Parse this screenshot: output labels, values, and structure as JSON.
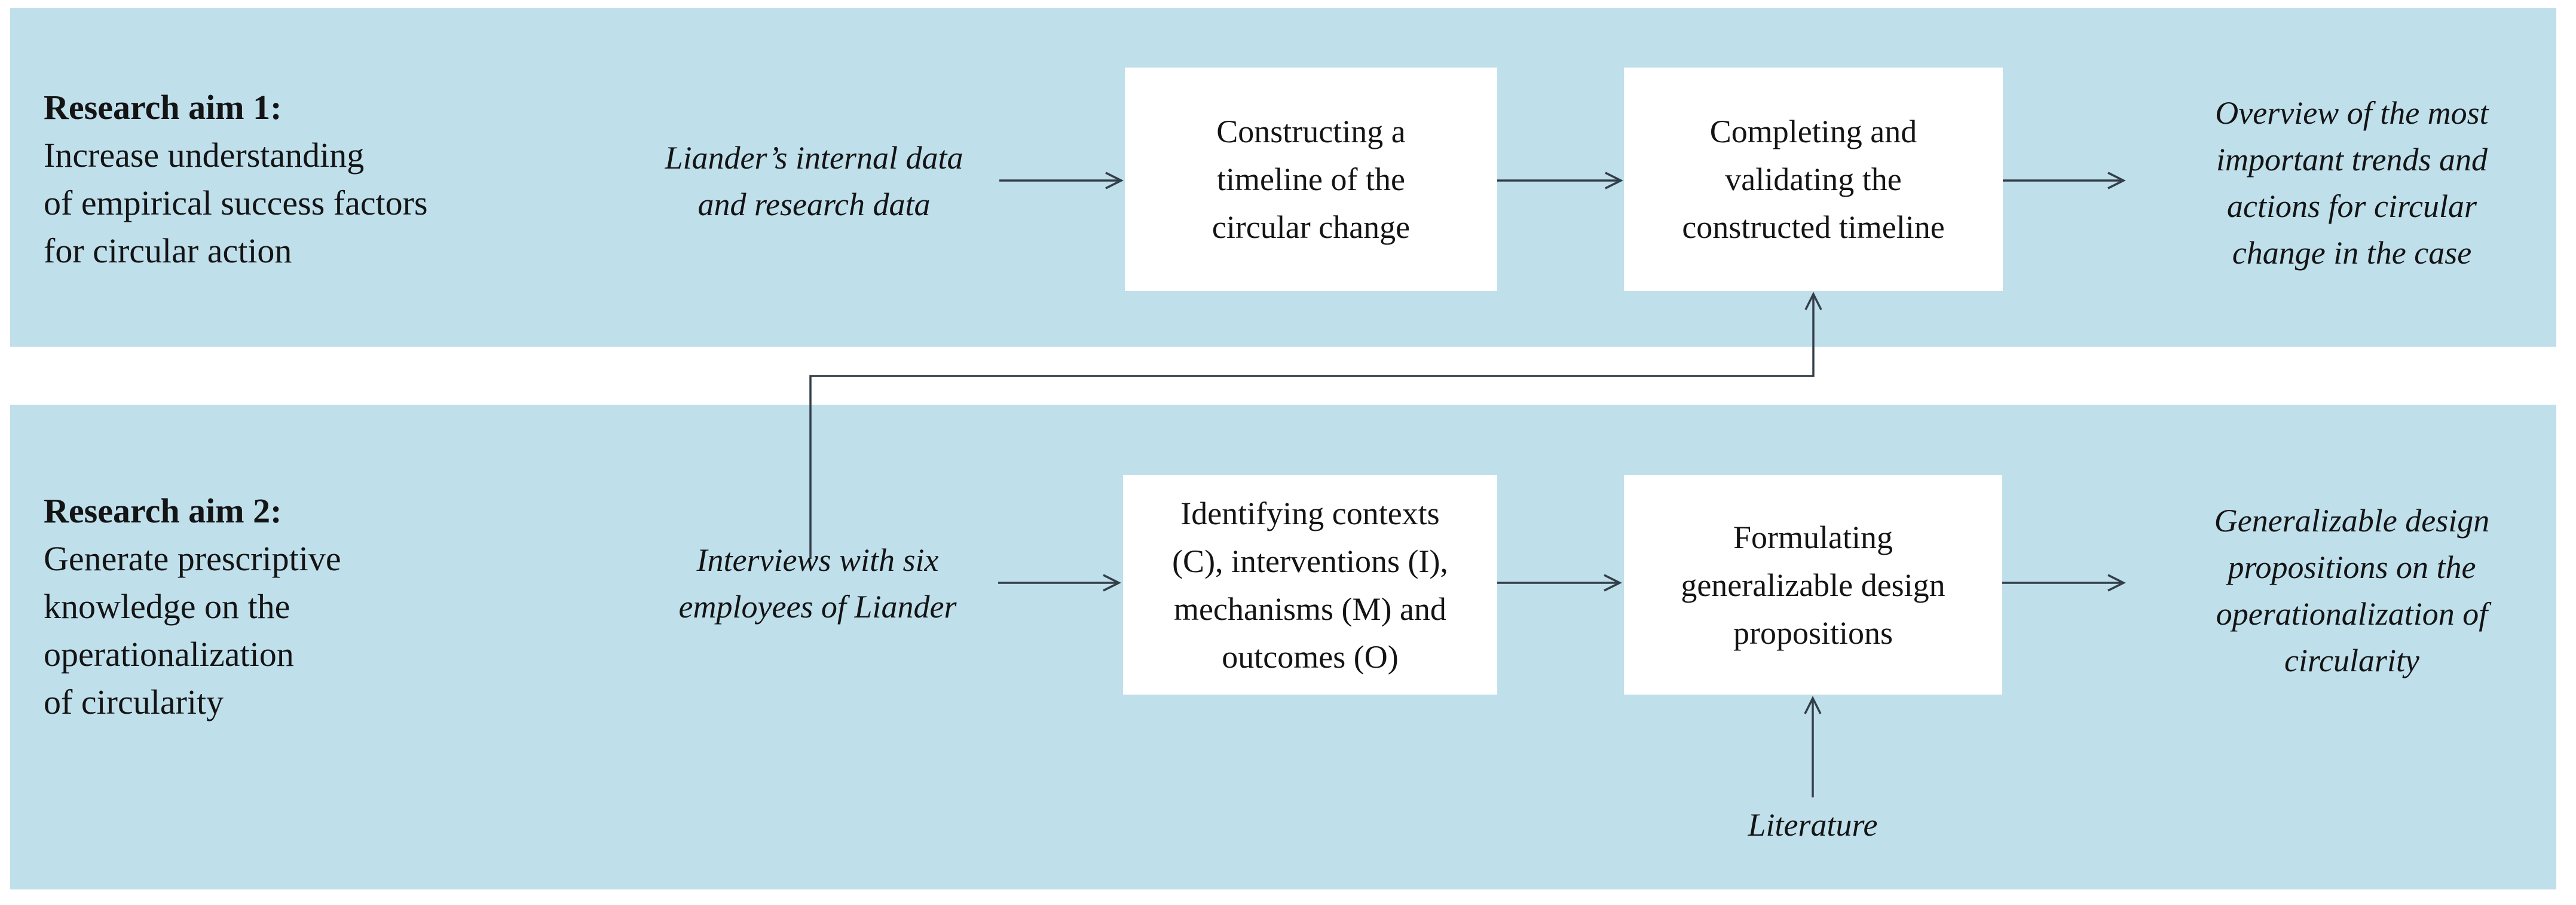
{
  "colors": {
    "band_background": "#bfdfeb",
    "box_background": "#ffffff",
    "connector_line": "#333f48",
    "text": "#141414"
  },
  "band1": {
    "aim": {
      "title": "Research aim 1:",
      "lines": [
        "Increase understanding",
        "of empirical success factors",
        "for circular action"
      ]
    },
    "input_label": {
      "lines": [
        "Liander’s internal data",
        "and research data"
      ]
    },
    "box1": {
      "lines": [
        "Constructing a",
        "timeline of the",
        "circular change"
      ]
    },
    "box2": {
      "lines": [
        "Completing and",
        "validating the",
        "constructed timeline"
      ]
    },
    "output_label": {
      "lines": [
        "Overview of the most",
        "important trends and",
        "actions for circular",
        "change in the case"
      ]
    }
  },
  "band2": {
    "aim": {
      "title": "Research aim 2:",
      "lines": [
        "Generate prescriptive",
        "knowledge on the",
        "operationalization",
        "of circularity"
      ]
    },
    "input_label": {
      "lines": [
        "Interviews with six",
        "employees of Liander"
      ]
    },
    "box1": {
      "lines": [
        "Identifying contexts",
        "(C), interventions (I),",
        "mechanisms (M) and",
        "outcomes (O)"
      ]
    },
    "box2": {
      "lines": [
        "Formulating",
        "generalizable design",
        "propositions"
      ]
    },
    "output_label": {
      "lines": [
        "Generalizable design",
        "propositions on the",
        "operationalization of",
        "circularity"
      ]
    },
    "literature_label": "Literature"
  }
}
